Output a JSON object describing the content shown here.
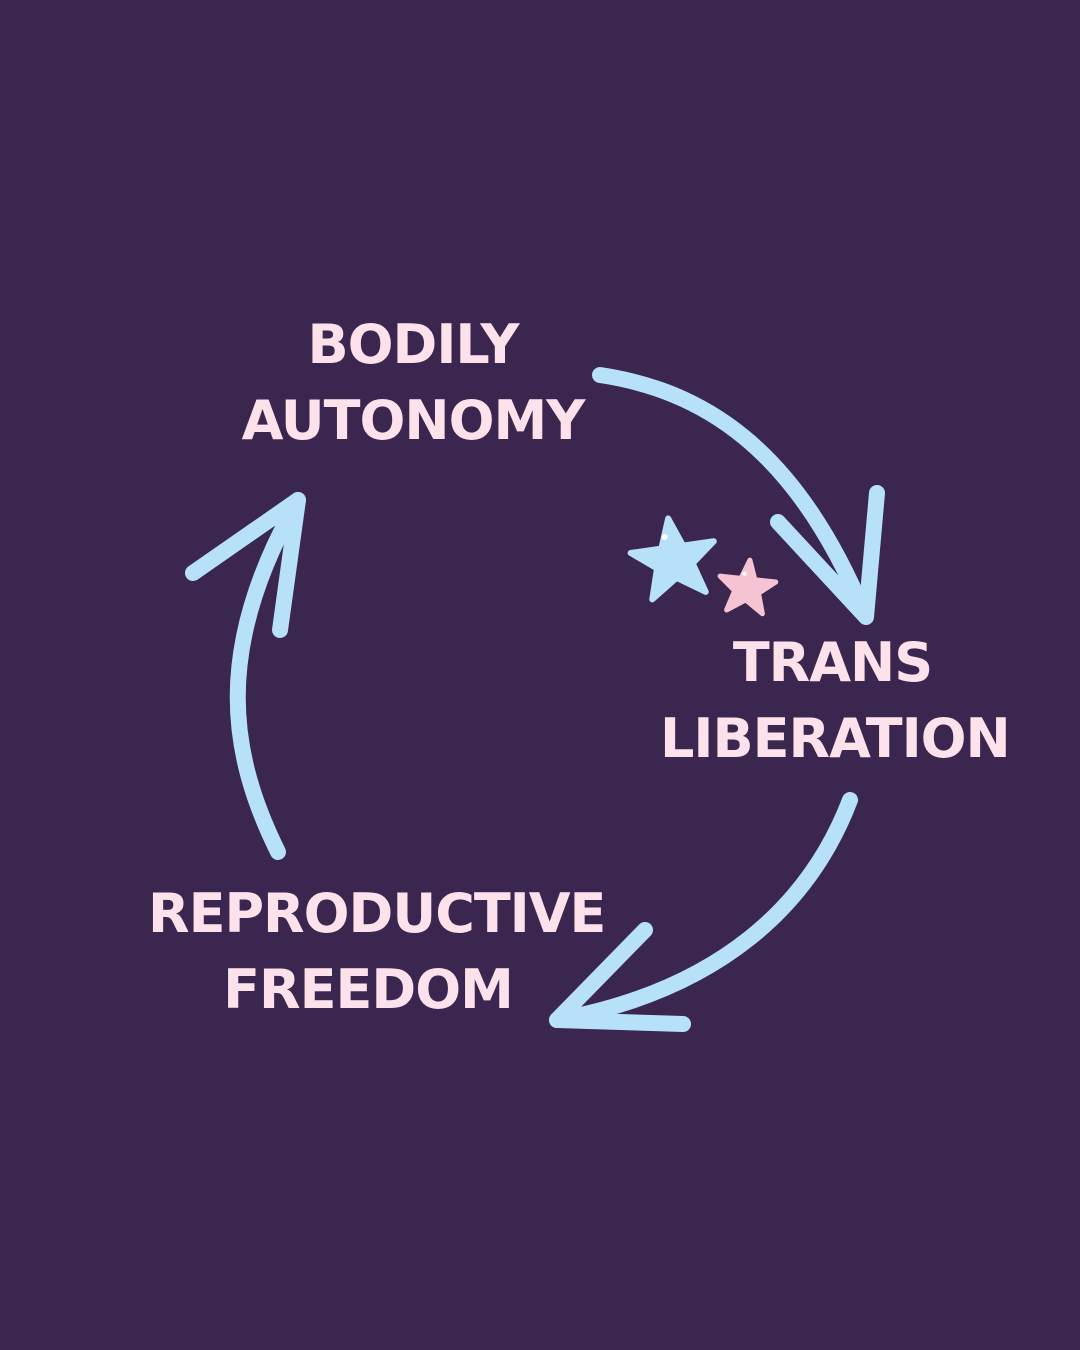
{
  "diagram": {
    "nodes": [
      {
        "id": "bodily-autonomy",
        "lines": [
          "BODILY",
          "AUTONOMY"
        ]
      },
      {
        "id": "trans-liberation",
        "lines": [
          "TRANS",
          "LIBERATION"
        ]
      },
      {
        "id": "reproductive-freedom",
        "lines": [
          "REPRODUCTIVE",
          "FREEDOM"
        ]
      }
    ],
    "edges": [
      {
        "from": "bodily-autonomy",
        "to": "trans-liberation"
      },
      {
        "from": "trans-liberation",
        "to": "reproductive-freedom"
      },
      {
        "from": "reproductive-freedom",
        "to": "bodily-autonomy"
      }
    ],
    "decorations": [
      "star-icon",
      "star-icon"
    ]
  },
  "colors": {
    "background": "#3b2650",
    "text": "#fde2ec",
    "arrow": "#b7e1f8",
    "star_blue": "#b7e1f8",
    "star_pink": "#f6c3d2"
  }
}
